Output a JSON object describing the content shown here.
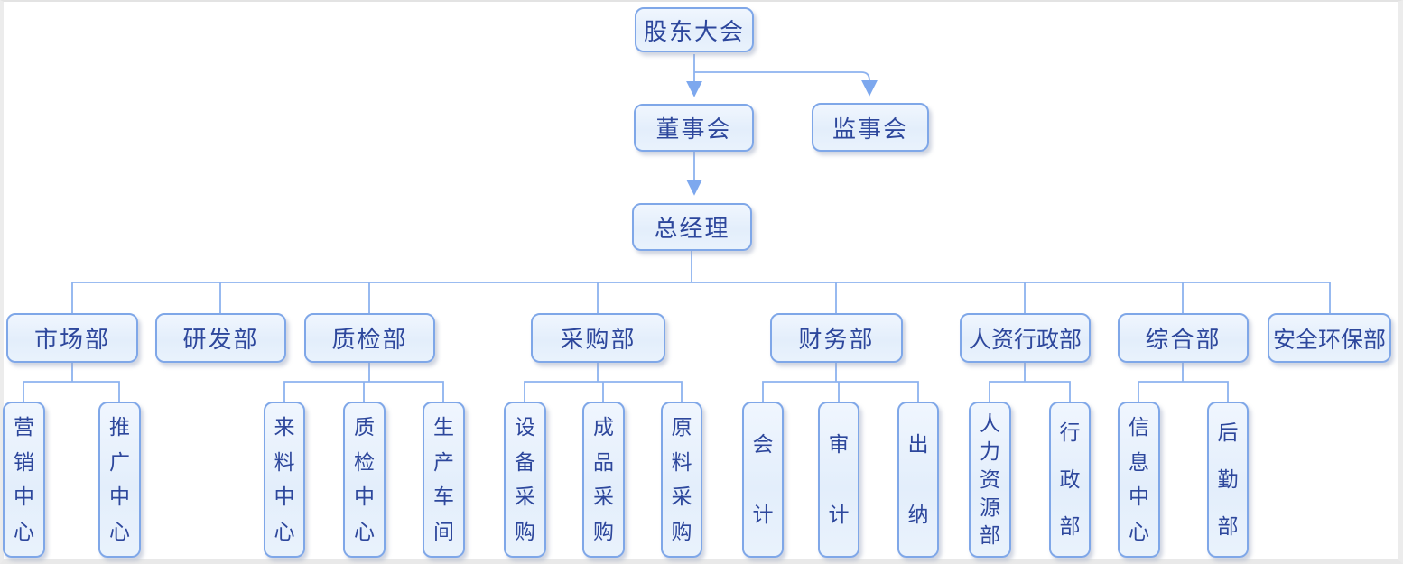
{
  "diagram_type": "org-chart",
  "colors": {
    "node_fill": "#e9f1fc",
    "node_border": "#7fa7e8",
    "node_text": "#2d479c",
    "connector_line": "#7da8ee"
  },
  "nodes": {
    "shareholders": "股东大会",
    "board": "董事会",
    "supervisors": "监事会",
    "gm": "总经理",
    "marketing": "市场部",
    "rnd": "研发部",
    "qc": "质检部",
    "purchasing": "采购部",
    "finance": "财务部",
    "hr_admin": "人资行政部",
    "general": "综合部",
    "safety": "安全环保部",
    "marketing_center": "营销中心",
    "promotion_center": "推广中心",
    "incoming_center": "来料中心",
    "qc_center": "质检中心",
    "production_workshop": "生产车间",
    "equipment_purchase": "设备采购",
    "finished_purchase": "成品采购",
    "raw_purchase": "原料采购",
    "accounting": "会计",
    "audit": "审计",
    "cashier": "出纳",
    "hr_dept": "人力资源部",
    "admin_dept": "行政部",
    "info_center": "信息中心",
    "logistics": "后勤部"
  },
  "hierarchy": {
    "股东大会": [
      "董事会",
      "监事会"
    ],
    "董事会": [
      "总经理"
    ],
    "总经理": [
      "市场部",
      "研发部",
      "质检部",
      "采购部",
      "财务部",
      "人资行政部",
      "综合部",
      "安全环保部"
    ],
    "市场部": [
      "营销中心",
      "推广中心"
    ],
    "质检部": [
      "来料中心",
      "质检中心",
      "生产车间"
    ],
    "采购部": [
      "设备采购",
      "成品采购",
      "原料采购"
    ],
    "财务部": [
      "会计",
      "审计",
      "出纳"
    ],
    "人资行政部": [
      "人力资源部",
      "行政部"
    ],
    "综合部": [
      "信息中心",
      "后勤部"
    ]
  }
}
